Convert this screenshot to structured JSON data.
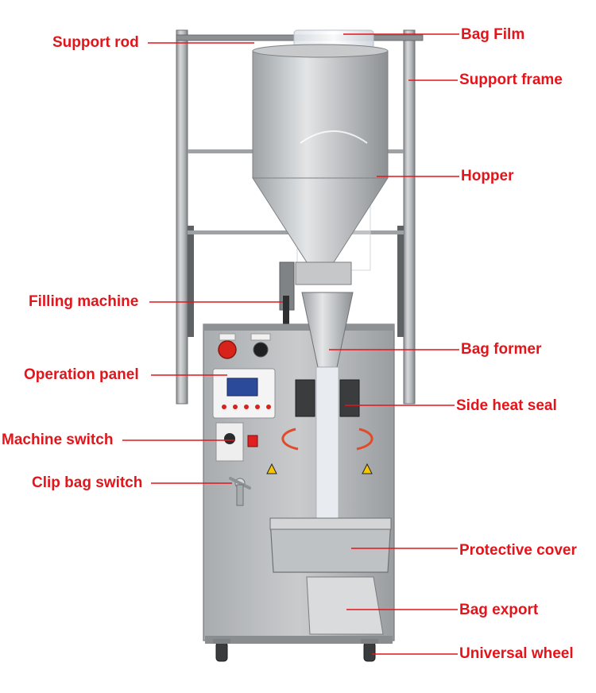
{
  "colors": {
    "label_red": "#e3151b",
    "leader_red": "#e3151b",
    "steel": "#b9bcbf",
    "panel_white": "#f4f4f4",
    "lcd_blue": "#2b4a9a",
    "warning_yellow": "#f7c600"
  },
  "labels": {
    "support_rod": "Support rod",
    "bag_film": "Bag Film",
    "support_frame": "Support frame",
    "hopper": "Hopper",
    "filling_machine": "Filling machine",
    "bag_former": "Bag former",
    "operation_panel": "Operation panel",
    "side_heat_seal": "Side heat seal",
    "machine_switch": "Machine switch",
    "clip_bag_switch": "Clip bag switch",
    "protective_cover": "Protective cover",
    "bag_export": "Bag export",
    "universal_wheel": "Universal wheel"
  },
  "icons": [
    "warning-triangle-icon",
    "emergency-stop-button-icon",
    "rotary-knob-icon",
    "red-switch-icon",
    "lever-handle-icon",
    "caster-wheel-icon"
  ]
}
